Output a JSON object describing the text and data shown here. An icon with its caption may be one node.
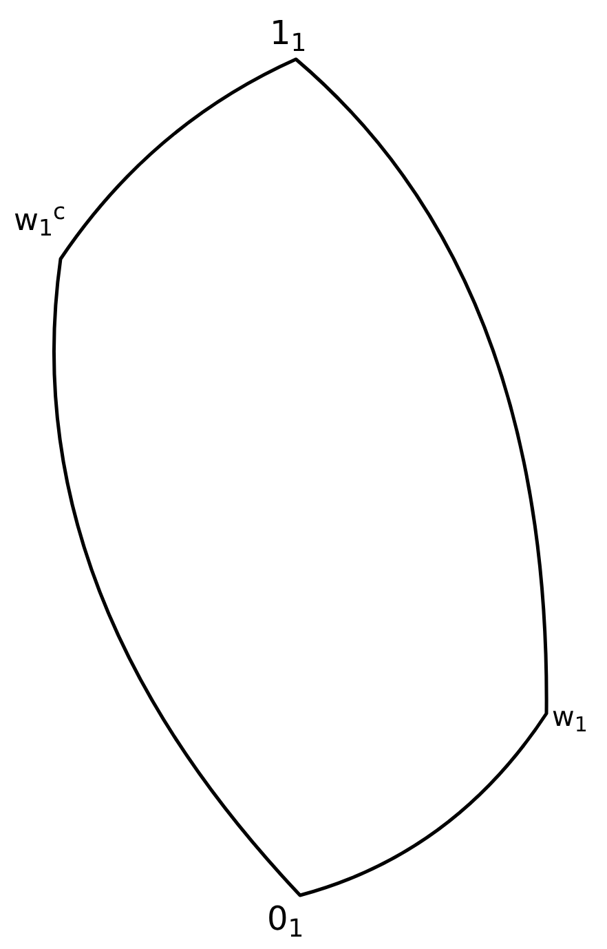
{
  "diagram": {
    "labels": [
      "1$_{1}$",
      "w$_{1}$$^{c}$",
      "w$_{1}$",
      "0$_{1}$"
    ]
  }
}
